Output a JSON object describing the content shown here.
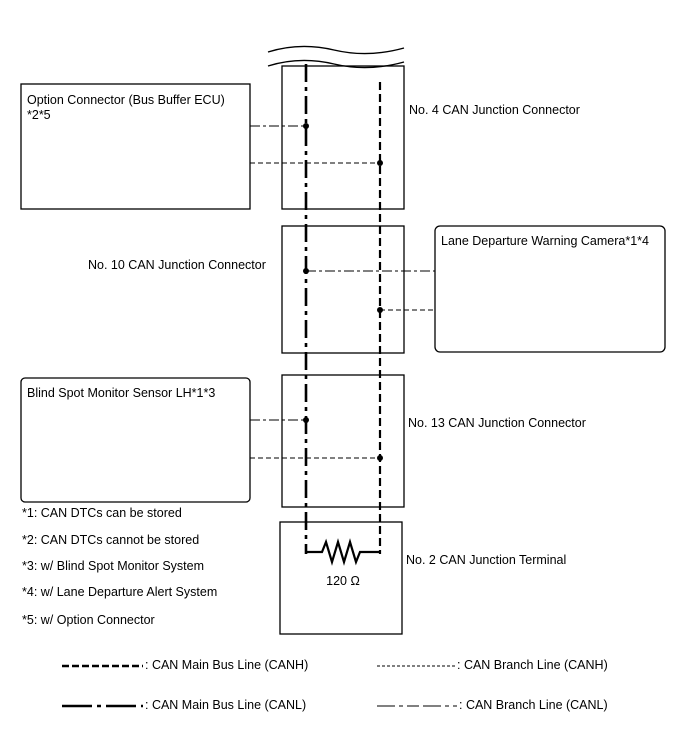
{
  "components": {
    "option_connector": {
      "label": "Option Connector (Bus Buffer ECU)",
      "note": "*2*5"
    },
    "lane_departure_camera": {
      "label": "Lane Departure Warning Camera*1*4"
    },
    "blind_spot_sensor": {
      "label": "Blind Spot Monitor Sensor LH*1*3"
    }
  },
  "junctions": {
    "no4": "No. 4 CAN Junction Connector",
    "no10": "No. 10 CAN Junction Connector",
    "no13": "No. 13 CAN Junction Connector",
    "no2": "No. 2 CAN Junction Terminal"
  },
  "resistor": {
    "value": "120 Ω"
  },
  "notes": [
    "*1: CAN DTCs can be stored",
    "*2: CAN DTCs cannot be stored",
    "*3: w/ Blind Spot Monitor System",
    "*4: w/ Lane Departure Alert System",
    "*5: w/ Option Connector"
  ],
  "legend": {
    "main_canh": ": CAN Main Bus Line (CANH)",
    "branch_canh": ": CAN Branch Line (CANH)",
    "main_canl": ": CAN Main Bus Line (CANL)",
    "branch_canl": ": CAN Branch Line (CANL)"
  },
  "colors": {
    "line": "#000000",
    "background": "#ffffff"
  }
}
